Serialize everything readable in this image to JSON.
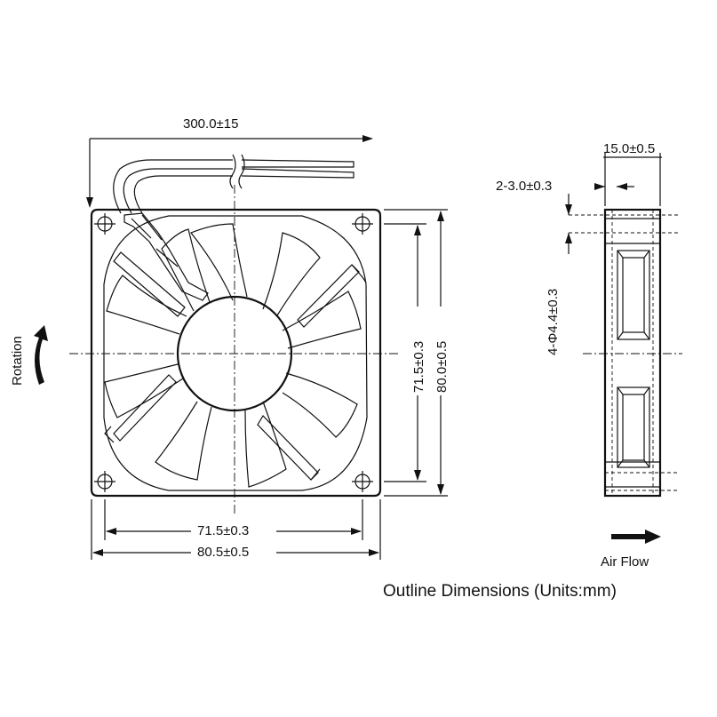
{
  "front_view": {
    "cable_length_label": "300.0±15",
    "hole_pitch_horizontal_label": "71.5±0.3",
    "overall_width_label": "80.5±0.5",
    "hole_pitch_vertical_label": "71.5±0.3",
    "overall_height_label": "80.0±0.5",
    "rotation_label": "Rotation",
    "rotation_icon": "curved-arrow-up-icon"
  },
  "side_view": {
    "thickness_label": "15.0±0.5",
    "flange_label": "2-3.0±0.3",
    "hole_label": "4-Φ4.4±0.3",
    "airflow_label": "Air Flow",
    "airflow_icon": "arrow-right-icon"
  },
  "caption": "Outline Dimensions (Units:mm)"
}
